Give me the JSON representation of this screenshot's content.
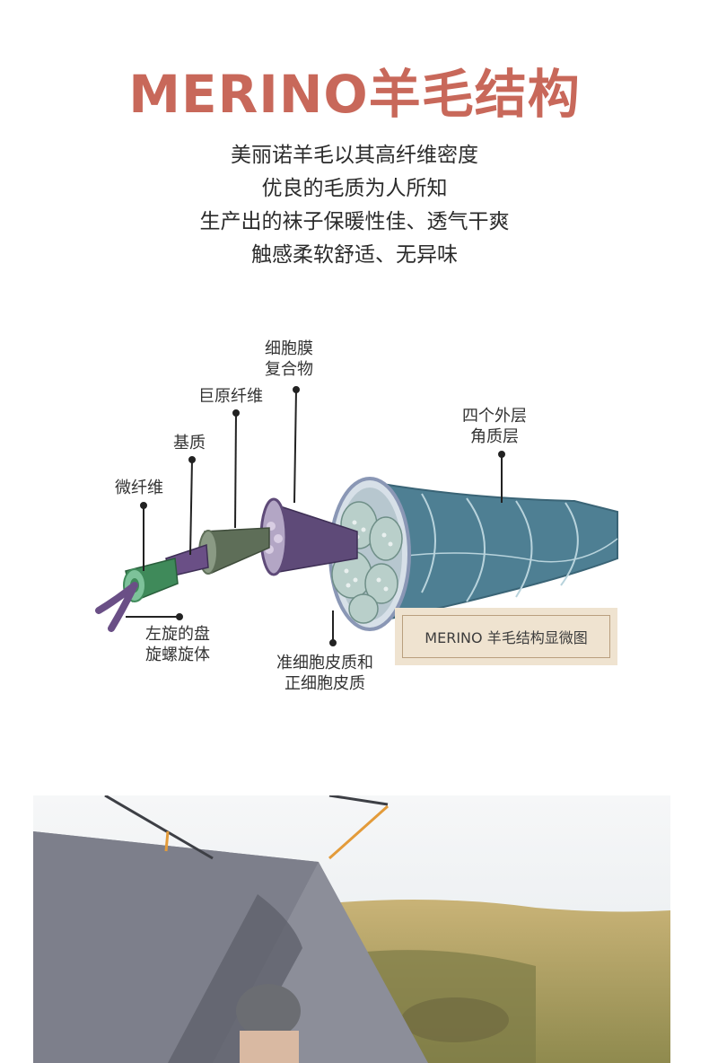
{
  "header": {
    "title": "MERINO羊毛结构",
    "description_lines": [
      "美丽诺羊毛以其高纤维密度",
      "优良的毛质为人所知",
      "生产出的袜子保暖性佳、透气干爽",
      "触感柔软舒适、无异味"
    ]
  },
  "diagram": {
    "labels": {
      "cell_membrane": [
        "细胞膜",
        "复合物"
      ],
      "macrofibril": "巨原纤维",
      "matrix": "基质",
      "microfibril": "微纤维",
      "cuticle": [
        "四个外层",
        "角质层"
      ],
      "helix": [
        "左旋的盘",
        "旋螺旋体"
      ],
      "cortex": [
        "准细胞皮质和",
        "正细胞皮质"
      ]
    },
    "caption": "MERINO 羊毛结构显微图"
  },
  "colors": {
    "title": "#c8685a",
    "fiber_blue": "#4e7f93",
    "membrane_purple": "#5e4a78",
    "macrofibril_green": "#5e6e58",
    "microfibril_green": "#3f8a5a",
    "caption_bg": "#efe3d0"
  }
}
